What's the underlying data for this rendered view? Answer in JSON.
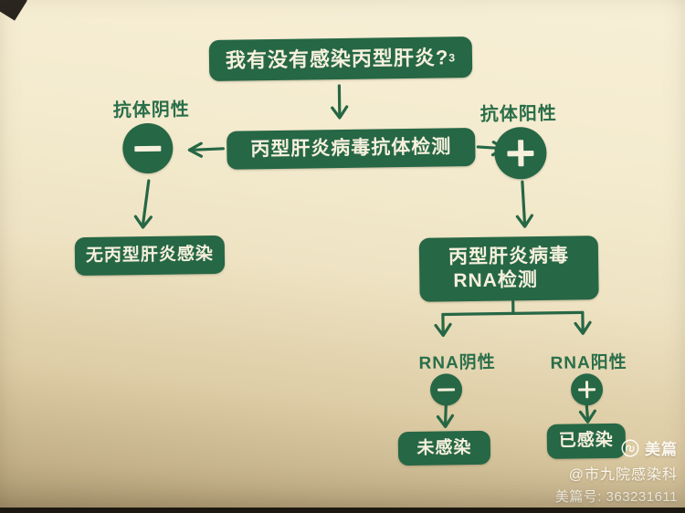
{
  "palette": {
    "box_green": "#266745",
    "box_text": "#f6f0dd",
    "label_green": "#2a6e4a",
    "paper_top": "#f7efd6",
    "paper_bottom": "#ab9871",
    "watermark_text": "#fffcf4"
  },
  "flowchart": {
    "title": "我有没有感染丙型肝炎?",
    "title_superscript": "3",
    "antibody_test": "丙型肝炎病毒抗体检测",
    "antibody_negative_label": "抗体阴性",
    "antibody_positive_label": "抗体阳性",
    "no_infection": "无丙型肝炎感染",
    "rna_test_line1": "丙型肝炎病毒",
    "rna_test_line2": "RNA检测",
    "rna_negative_label": "RNA阴性",
    "rna_positive_label": "RNA阳性",
    "not_infected": "未感染",
    "infected": "已感染",
    "icons": {
      "antibody_negative": "minus-icon",
      "antibody_positive": "plus-icon",
      "rna_negative": "minus-icon",
      "rna_positive": "plus-icon"
    }
  },
  "watermark": {
    "brand": "美篇",
    "brand_logo": "meipian-logo-icon",
    "account": "@市九院感染科",
    "id_line": "美篇号: 363231611"
  }
}
